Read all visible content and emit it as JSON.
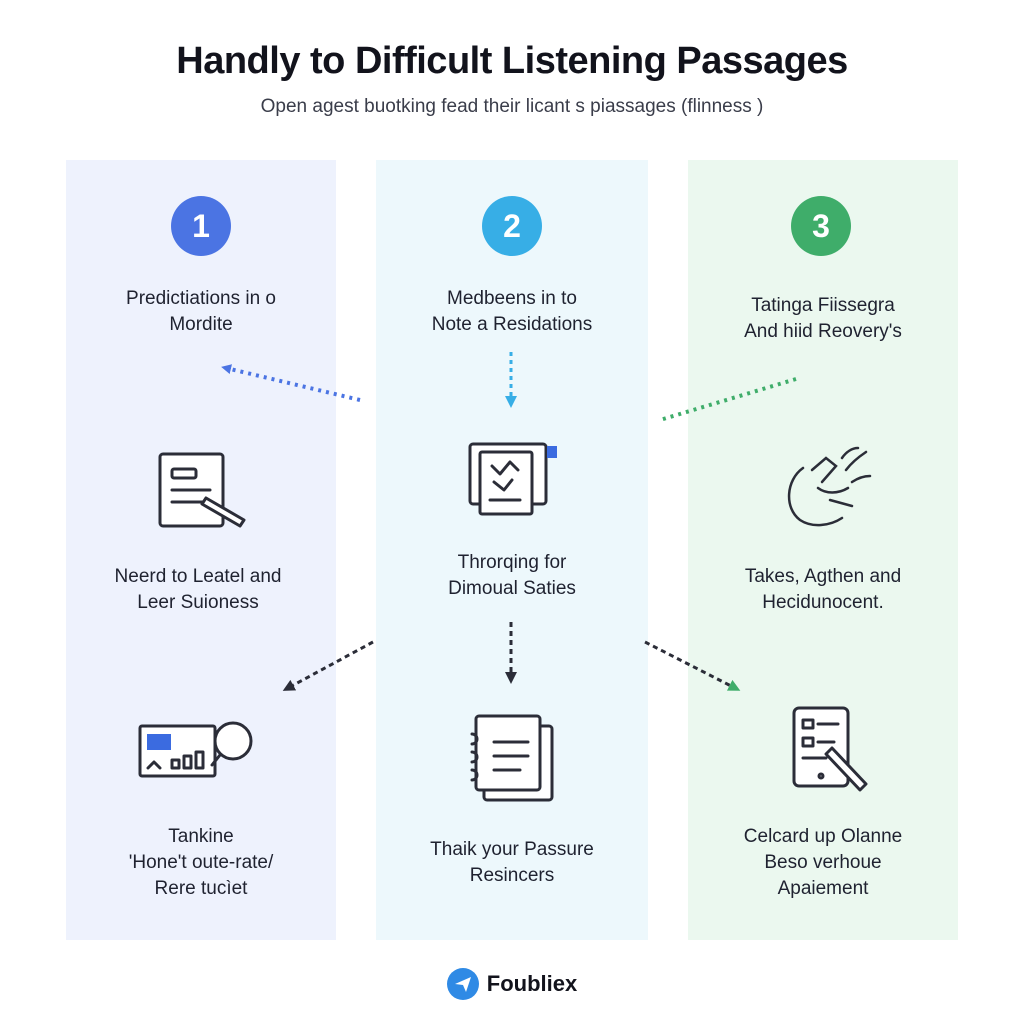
{
  "header": {
    "title": "Handly to Difficult Listening Passages",
    "subtitle": "Open agest buotking fead their licant s piassages (flinness )"
  },
  "columns": [
    {
      "number": "1",
      "color": "#4b74e3",
      "step": "Predictiations in o\nMordite",
      "middle": "Neerd to Leatel and\nLeer Suioness",
      "bottom": "Tankine\n'Hone't oute-rate/\nRere tucìet",
      "icons": [
        "document-pen-icon",
        "chart-magnifier-icon"
      ]
    },
    {
      "number": "2",
      "color": "#37aee6",
      "step": "Medbeens in to\nNote a Residations",
      "middle": "Throrqing for\nDimoual Saties",
      "bottom": "Thaik your Passure\nResincers",
      "icons": [
        "notebook-icon",
        "notes-stack-icon"
      ]
    },
    {
      "number": "3",
      "color": "#3fad6a",
      "step": "Tatinga Fiissegra\nAnd hiid Reovery's",
      "middle": "Takes, Agthen and\nHecidunocent.",
      "bottom": "Celcard up Olanne\nBeso verhoue\nApaiement",
      "icons": [
        "sketch-hand-icon",
        "tablet-pen-icon"
      ]
    }
  ],
  "footer": {
    "brand": "Foubliex",
    "logo_icon": "plane-logo-icon"
  }
}
